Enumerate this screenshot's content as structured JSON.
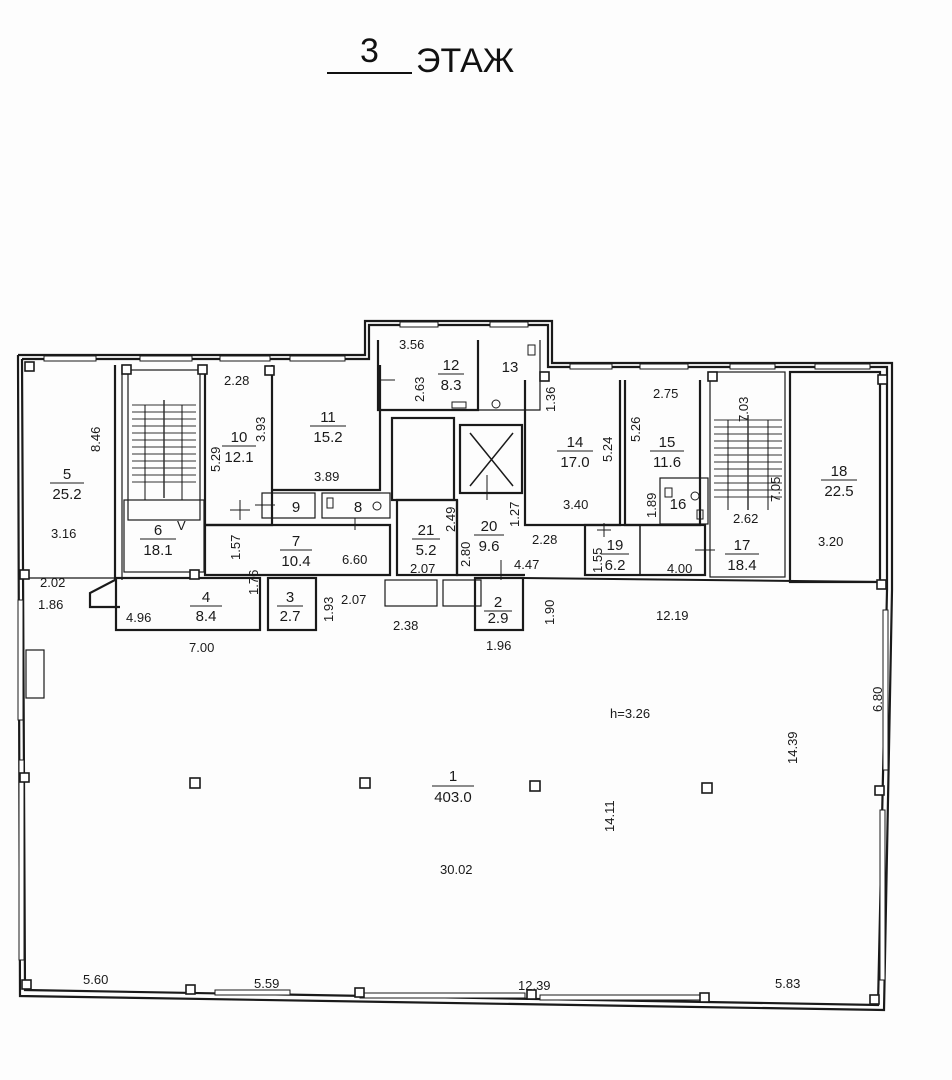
{
  "title": {
    "number": "3",
    "word": "ЭТАЖ"
  },
  "rooms": {
    "r1": {
      "num": "1",
      "area": "403.0"
    },
    "r2": {
      "num": "2",
      "area": "2.9"
    },
    "r3": {
      "num": "3",
      "area": "2.7"
    },
    "r4": {
      "num": "4",
      "area": "8.4"
    },
    "r5": {
      "num": "5",
      "area": "25.2"
    },
    "r6": {
      "num": "6",
      "area": "18.1"
    },
    "r7": {
      "num": "7",
      "area": "10.4"
    },
    "r8": {
      "num": "8"
    },
    "r9": {
      "num": "9"
    },
    "r10": {
      "num": "10",
      "area": "12.1"
    },
    "r11": {
      "num": "11",
      "area": "15.2"
    },
    "r12": {
      "num": "12",
      "area": "8.3"
    },
    "r13": {
      "num": "13"
    },
    "r14": {
      "num": "14",
      "area": "17.0"
    },
    "r15": {
      "num": "15",
      "area": "11.6"
    },
    "r16": {
      "num": "16"
    },
    "r17": {
      "num": "17",
      "area": "18.4"
    },
    "r18": {
      "num": "18",
      "area": "22.5"
    },
    "r19": {
      "num": "19",
      "area": "6.2"
    },
    "r20": {
      "num": "20",
      "area": "9.6"
    },
    "r21": {
      "num": "21",
      "area": "5.2"
    }
  },
  "marks": {
    "v": "V",
    "height": "h=3.26"
  },
  "dims": {
    "d_3_56": "3.56",
    "d_2_63": "2.63",
    "d_1_36": "1.36",
    "d_2_28a": "2.28",
    "d_3_93": "3.93",
    "d_5_29": "5.29",
    "d_3_89": "3.89",
    "d_8_46": "8.46",
    "d_3_16": "3.16",
    "d_2_02": "2.02",
    "d_1_86": "1.86",
    "d_4_96": "4.96",
    "d_7_00": "7.00",
    "d_1_76": "1.76",
    "d_1_57": "1.57",
    "d_6_60": "6.60",
    "d_1_93": "1.93",
    "d_2_07a": "2.07",
    "d_2_38": "2.38",
    "d_2_07b": "2.07",
    "d_2_80": "2.80",
    "d_2_49": "2.49",
    "d_1_27": "1.27",
    "d_2_28b": "2.28",
    "d_4_47": "4.47",
    "d_1_96": "1.96",
    "d_1_90": "1.90",
    "d_1_55": "1.55",
    "d_3_40": "3.40",
    "d_5_24": "5.24",
    "d_5_26": "5.26",
    "d_2_75": "2.75",
    "d_1_89": "1.89",
    "d_4_00": "4.00",
    "d_7_03": "7.03",
    "d_2_62": "2.62",
    "d_7_05": "7.05",
    "d_3_20": "3.20",
    "d_12_19": "12.19",
    "d_6_80": "6.80",
    "d_14_39": "14.39",
    "d_14_11": "14.11",
    "d_30_02": "30.02",
    "d_5_60": "5.60",
    "d_5_59": "5.59",
    "d_12_39": "12.39",
    "d_5_83": "5.83"
  }
}
